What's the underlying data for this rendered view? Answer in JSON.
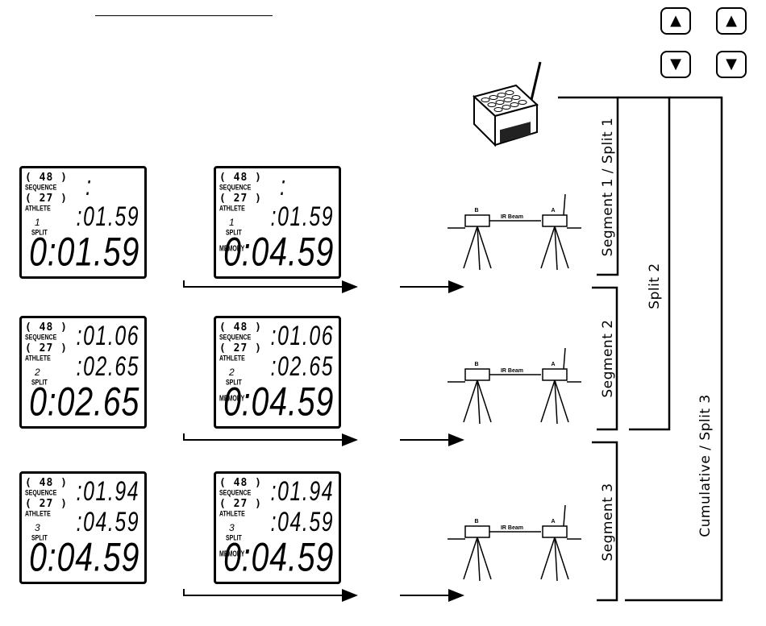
{
  "buttons": {
    "up_glyph": "▲",
    "down_glyph": "▼"
  },
  "displays": [
    {
      "sequence": "( 48 )",
      "sequence_label": "SEQUENCE",
      "athlete": "( 27 )",
      "athlete_label": "ATHLETE",
      "split_num": "1",
      "split_label": "SPLIT",
      "row1": ":",
      "row2": ":01.59",
      "main": "0:01.59"
    },
    {
      "sequence": "( 48 )",
      "sequence_label": "SEQUENCE",
      "athlete": "( 27 )",
      "athlete_label": "ATHLETE",
      "split_num": "1",
      "split_label": "SPLIT",
      "row1": ":",
      "row2": ":01.59",
      "memory_label": "MEMORY",
      "main": "0:04.59"
    },
    {
      "sequence": "( 48 )",
      "sequence_label": "SEQUENCE",
      "athlete": "( 27 )",
      "athlete_label": "ATHLETE",
      "split_num": "2",
      "split_label": "SPLIT",
      "row1": ":01.06",
      "row2": ":02.65",
      "main": "0:02.65"
    },
    {
      "sequence": "( 48 )",
      "sequence_label": "SEQUENCE",
      "athlete": "( 27 )",
      "athlete_label": "ATHLETE",
      "split_num": "2",
      "split_label": "SPLIT",
      "row1": ":01.06",
      "row2": ":02.65",
      "memory_label": "MEMORY",
      "main": "0:04.59"
    },
    {
      "sequence": "( 48 )",
      "sequence_label": "SEQUENCE",
      "athlete": "( 27 )",
      "athlete_label": "ATHLETE",
      "split_num": "3",
      "split_label": "SPLIT",
      "row1": ":01.94",
      "row2": ":04.59",
      "main": "0:04.59"
    },
    {
      "sequence": "( 48 )",
      "sequence_label": "SEQUENCE",
      "athlete": "( 27 )",
      "athlete_label": "ATHLETE",
      "split_num": "3",
      "split_label": "SPLIT",
      "row1": ":01.94",
      "row2": ":04.59",
      "memory_label": "MEMORY",
      "main": "0:04.59"
    }
  ],
  "ir_gates": [
    {
      "left_label": "B",
      "beam_label": "IR Beam",
      "right_label": "A"
    },
    {
      "left_label": "B",
      "beam_label": "IR Beam",
      "right_label": "A"
    },
    {
      "left_label": "B",
      "beam_label": "IR Beam",
      "right_label": "A"
    }
  ],
  "labels": {
    "segment1": "Segment 1 / Split 1",
    "segment2": "Segment 2",
    "segment3": "Segment 3",
    "split2": "Split 2",
    "cumulative": "Cumulative / Split 3"
  }
}
